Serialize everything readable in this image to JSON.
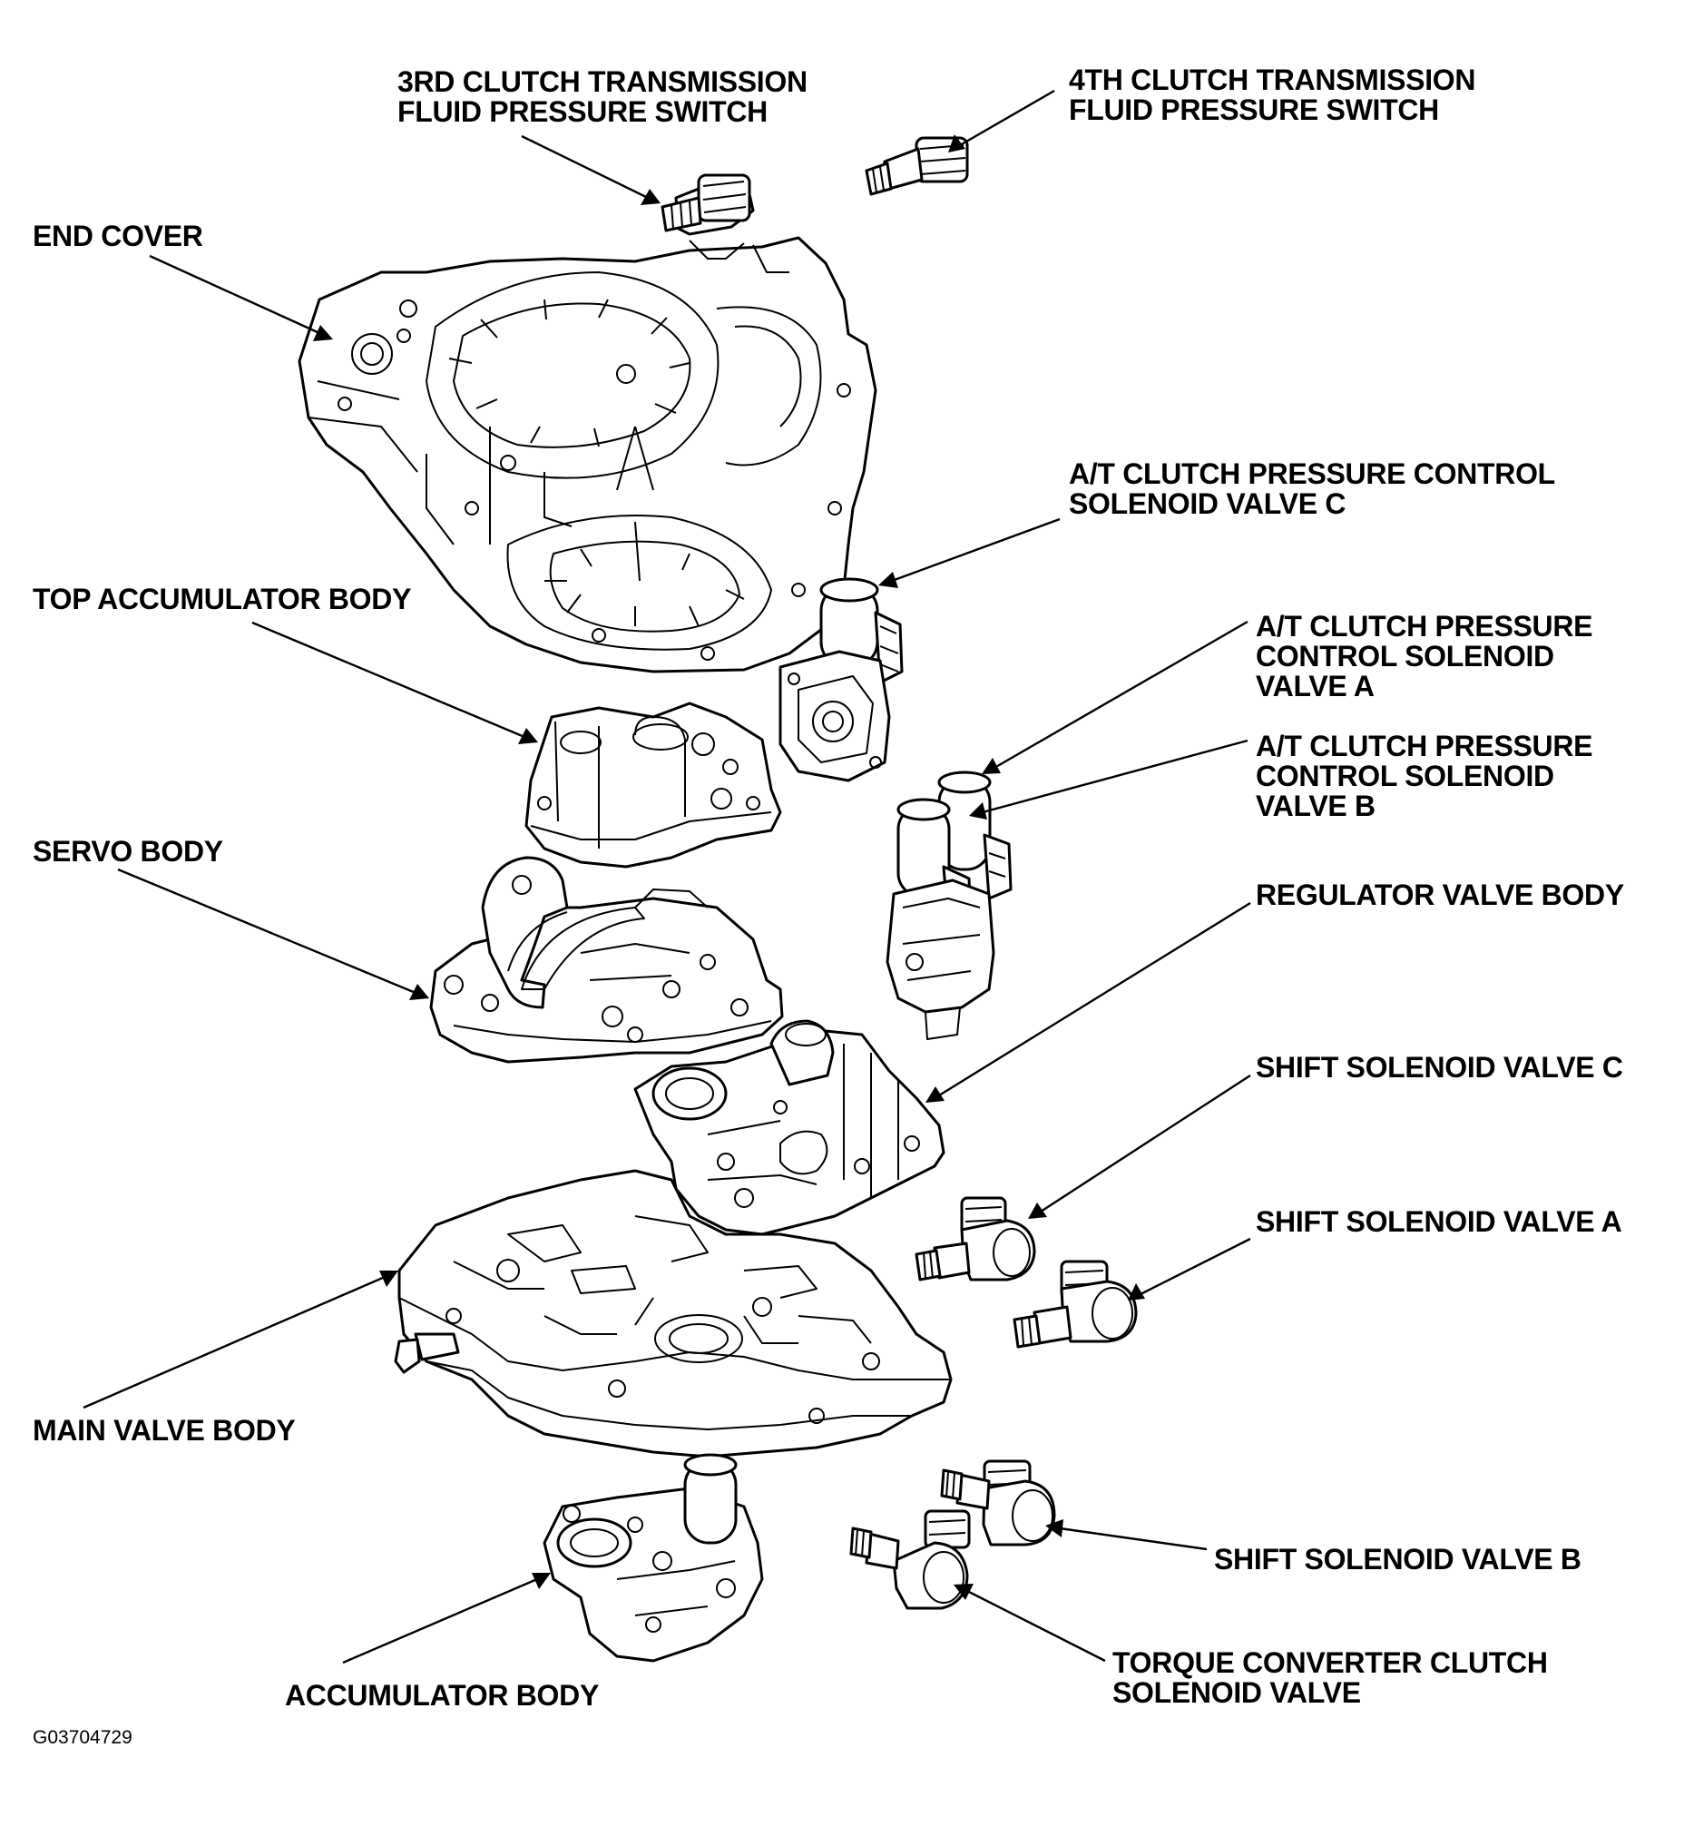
{
  "colors": {
    "line": "#000000",
    "background": "#ffffff"
  },
  "labels": {
    "third_clutch_switch": [
      "3RD CLUTCH TRANSMISSION",
      "FLUID PRESSURE SWITCH"
    ],
    "fourth_clutch_switch": [
      "4TH CLUTCH TRANSMISSION",
      "FLUID PRESSURE SWITCH"
    ],
    "end_cover": [
      "END COVER"
    ],
    "solenoid_c": [
      "A/T CLUTCH PRESSURE CONTROL",
      "SOLENOID VALVE C"
    ],
    "top_accumulator_body": [
      "TOP ACCUMULATOR BODY"
    ],
    "solenoid_a": [
      "A/T CLUTCH PRESSURE",
      "CONTROL SOLENOID",
      "VALVE A"
    ],
    "solenoid_b": [
      "A/T CLUTCH PRESSURE",
      "CONTROL SOLENOID",
      "VALVE B"
    ],
    "servo_body": [
      "SERVO BODY"
    ],
    "regulator_valve_body": [
      "REGULATOR VALVE BODY"
    ],
    "shift_solenoid_c": [
      "SHIFT SOLENOID VALVE C"
    ],
    "shift_solenoid_a": [
      "SHIFT SOLENOID VALVE A"
    ],
    "main_valve_body": [
      "MAIN VALVE BODY"
    ],
    "shift_solenoid_b": [
      "SHIFT SOLENOID VALVE B"
    ],
    "torque_converter_solenoid": [
      "TORQUE CONVERTER CLUTCH",
      "SOLENOID VALVE"
    ],
    "accumulator_body": [
      "ACCUMULATOR BODY"
    ]
  },
  "figure_code": "G03704729"
}
